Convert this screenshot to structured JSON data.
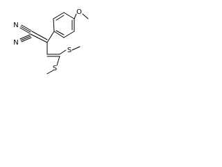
{
  "molecule": {
    "atoms": {
      "nitrile_top_n": "N",
      "nitrile_bottom_n": "N",
      "methoxy_o": "O",
      "thio_s_upper": "S",
      "thio_s_lower": "S"
    }
  }
}
